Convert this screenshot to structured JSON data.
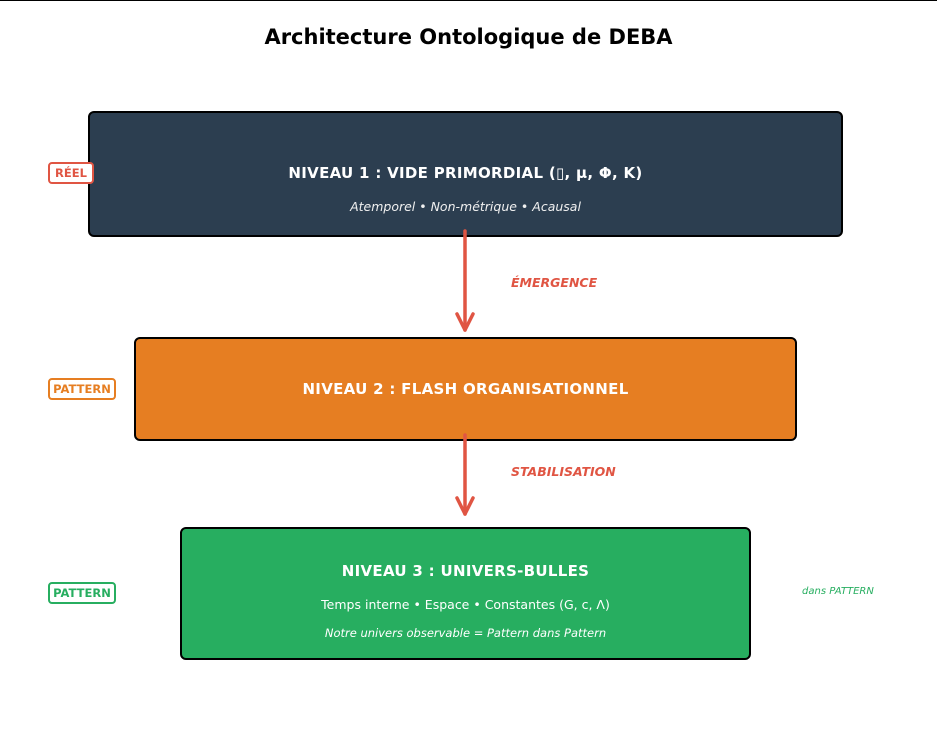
{
  "title": "Architecture Ontologique de DEBA",
  "levels": [
    {
      "heading": "NIVEAU 1 : VIDE PRIMORDIAL (▯, μ, Φ, K)",
      "subtitle": "Atemporel • Non-métrique • Acausal",
      "tag": "RÉEL",
      "fill": "#2c3e50",
      "tag_color": "#e05543"
    },
    {
      "heading": "NIVEAU 2 : FLASH ORGANISATIONNEL",
      "tag": "PATTERN",
      "fill": "#e67e22",
      "tag_color": "#e67e22"
    },
    {
      "heading": "NIVEAU 3 : UNIVERS-BULLES",
      "subtitle": "Temps interne • Espace • Constantes (G, c, Λ)",
      "note": "Notre univers observable = Pattern dans Pattern",
      "tag": "PATTERN",
      "side_note": "dans PATTERN",
      "fill": "#27ae60",
      "tag_color": "#27ae60"
    }
  ],
  "transitions": [
    {
      "label": "ÉMERGENCE"
    },
    {
      "label": "STABILISATION"
    }
  ],
  "arrow_color": "#e05543"
}
